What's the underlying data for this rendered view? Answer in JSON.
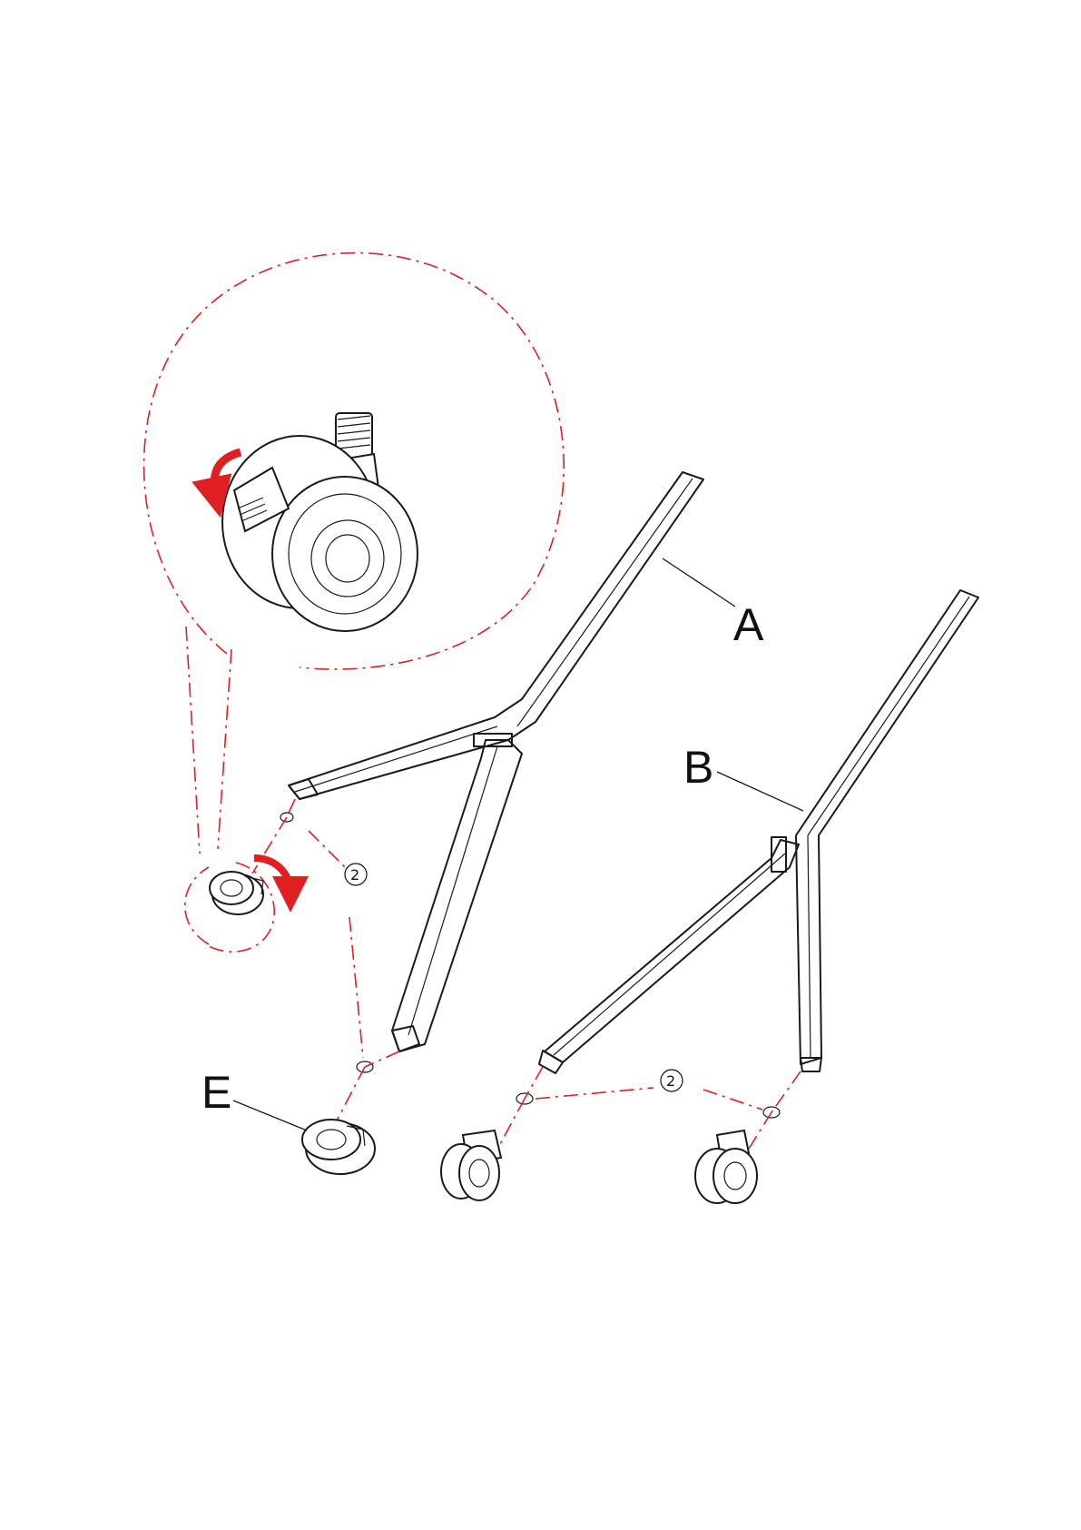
{
  "labels": {
    "part_a": "A",
    "part_b": "B",
    "part_e": "E"
  },
  "quantity_callouts": {
    "left": "2",
    "right": "2"
  },
  "colors": {
    "dashed_lines": "#e02020",
    "rotation_arrows": "#e02020",
    "line_art": "#1a1a1a"
  },
  "icons": [
    "caster-wheel",
    "washer",
    "rotation-arrow"
  ]
}
